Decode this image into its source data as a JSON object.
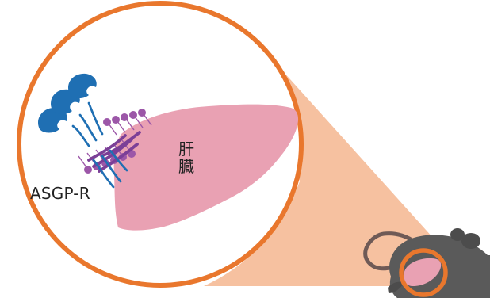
{
  "figure": {
    "receptor_label": "ASGP-R",
    "organ_label_line1": "肝",
    "organ_label_line2": "臓"
  },
  "colors": {
    "liver_fill": "#E9A1B3",
    "cone_fill": "#F6C1A0",
    "circle_outline": "#E9772D",
    "receptor_blue": "#1F6FB3",
    "membrane_purple": "#9C57A8",
    "mouse_body": "#5A5A5A",
    "mouse_tail": "#6F5A56",
    "mouse_ear": "#4C4C4C"
  },
  "icons": {
    "receptor": "asgp-r-icon",
    "liver": "liver-icon",
    "mouse": "mouse-icon",
    "zoom_circle": "zoom-circle-icon"
  }
}
